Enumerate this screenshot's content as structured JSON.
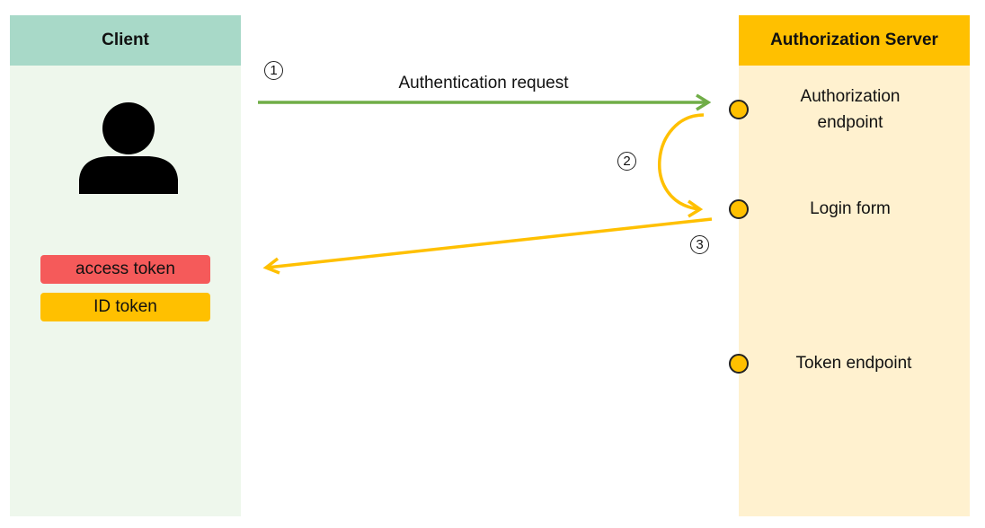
{
  "client": {
    "title": "Client",
    "tokens": {
      "access_token": "access token",
      "id_token": "ID token"
    }
  },
  "server": {
    "title": "Authorization Server",
    "endpoints": {
      "authorization": "Authorization\nendpoint",
      "login_form": "Login form",
      "token": "Token endpoint"
    }
  },
  "steps": {
    "one": {
      "number": "1",
      "label": "Authentication request"
    },
    "two": {
      "number": "2"
    },
    "three": {
      "number": "3"
    }
  },
  "colors": {
    "client_header": "#a8d9c8",
    "client_bg": "#eef7ec",
    "server_header": "#ffc000",
    "server_bg": "#fff1cf",
    "request_arrow": "#70ad47",
    "response_arrow": "#ffc000",
    "access_token": "#f55a5a",
    "id_token": "#ffc000"
  }
}
